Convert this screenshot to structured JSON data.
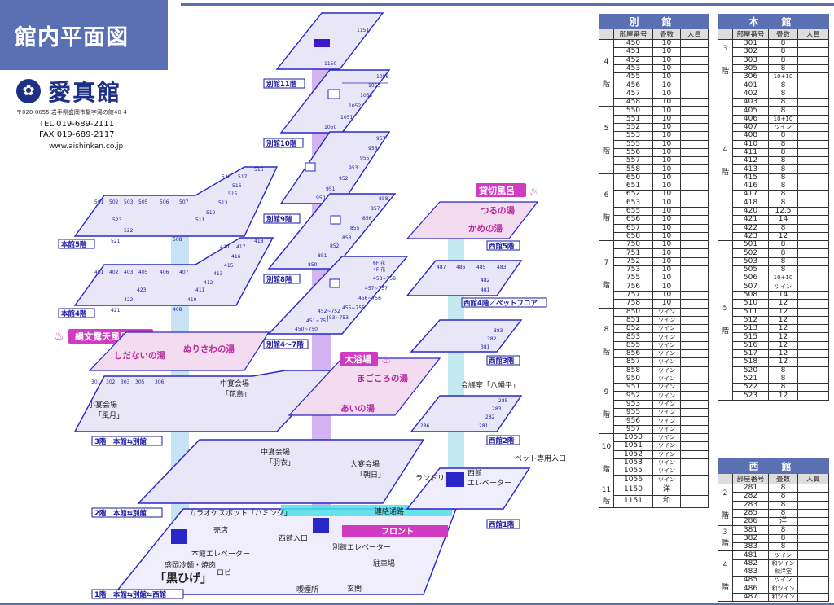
{
  "title": "館内平面図",
  "inn": {
    "logo_mark": "✿",
    "name": "愛真館",
    "address": "〒020-0055 岩手県盛岡市繋字湯の館40-4",
    "tel": "TEL 019-689-2111",
    "fax": "FAX 019-689-2117",
    "web": "www.aishinkan.co.jp"
  },
  "tables": {
    "headers": {
      "room": "部屋番号",
      "cap": "畳数",
      "ppl": "人員"
    },
    "bekkan": {
      "title": "別　館",
      "floors": [
        {
          "label": "4\n\n階",
          "rooms": [
            [
              "450",
              "10"
            ],
            [
              "451",
              "10"
            ],
            [
              "452",
              "10"
            ],
            [
              "453",
              "10"
            ],
            [
              "455",
              "10"
            ],
            [
              "456",
              "10"
            ],
            [
              "457",
              "10"
            ],
            [
              "458",
              "10"
            ]
          ]
        },
        {
          "label": "5\n\n階",
          "rooms": [
            [
              "550",
              "10"
            ],
            [
              "551",
              "10"
            ],
            [
              "552",
              "10"
            ],
            [
              "553",
              "10"
            ],
            [
              "555",
              "10"
            ],
            [
              "556",
              "10"
            ],
            [
              "557",
              "10"
            ],
            [
              "558",
              "10"
            ]
          ]
        },
        {
          "label": "6\n\n階",
          "rooms": [
            [
              "650",
              "10"
            ],
            [
              "651",
              "10"
            ],
            [
              "652",
              "10"
            ],
            [
              "653",
              "10"
            ],
            [
              "655",
              "10"
            ],
            [
              "656",
              "10"
            ],
            [
              "657",
              "10"
            ],
            [
              "658",
              "10"
            ]
          ]
        },
        {
          "label": "7\n\n階",
          "rooms": [
            [
              "750",
              "10"
            ],
            [
              "751",
              "10"
            ],
            [
              "752",
              "10"
            ],
            [
              "753",
              "10"
            ],
            [
              "755",
              "10"
            ],
            [
              "756",
              "10"
            ],
            [
              "757",
              "10"
            ],
            [
              "758",
              "10"
            ]
          ]
        },
        {
          "label": "8\n\n階",
          "rooms": [
            [
              "850",
              "ツイン"
            ],
            [
              "851",
              "ツイン"
            ],
            [
              "852",
              "ツイン"
            ],
            [
              "853",
              "ツイン"
            ],
            [
              "855",
              "ツイン"
            ],
            [
              "856",
              "ツイン"
            ],
            [
              "857",
              "ツイン"
            ],
            [
              "858",
              "ツイン"
            ]
          ]
        },
        {
          "label": "9\n\n階",
          "rooms": [
            [
              "950",
              "ツイン"
            ],
            [
              "951",
              "ツイン"
            ],
            [
              "952",
              "ツイン"
            ],
            [
              "953",
              "ツイン"
            ],
            [
              "955",
              "ツイン"
            ],
            [
              "956",
              "ツイン"
            ],
            [
              "957",
              "ツイン"
            ]
          ]
        },
        {
          "label": "10\n\n階",
          "rooms": [
            [
              "1050",
              "ツイン"
            ],
            [
              "1051",
              "ツイン"
            ],
            [
              "1052",
              "ツイン"
            ],
            [
              "1053",
              "ツイン"
            ],
            [
              "1055",
              "ツイン"
            ],
            [
              "1056",
              "ツイン"
            ]
          ]
        },
        {
          "label": "11\n階",
          "rooms": [
            [
              "1150",
              "洋"
            ],
            [
              "1151",
              "和"
            ]
          ]
        }
      ]
    },
    "honkan": {
      "title": "本　館",
      "floors": [
        {
          "label": "3\n\n階",
          "rooms": [
            [
              "301",
              "8"
            ],
            [
              "302",
              "8"
            ],
            [
              "303",
              "8"
            ],
            [
              "305",
              "8"
            ],
            [
              "306",
              "10+10"
            ]
          ]
        },
        {
          "label": "4\n\n階",
          "rooms": [
            [
              "401",
              "8"
            ],
            [
              "402",
              "8"
            ],
            [
              "403",
              "8"
            ],
            [
              "405",
              "8"
            ],
            [
              "406",
              "10+10"
            ],
            [
              "407",
              "ツイン"
            ],
            [
              "408",
              "8"
            ],
            [
              "410",
              "8"
            ],
            [
              "411",
              "8"
            ],
            [
              "412",
              "8"
            ],
            [
              "413",
              "8"
            ],
            [
              "415",
              "8"
            ],
            [
              "416",
              "8"
            ],
            [
              "417",
              "8"
            ],
            [
              "418",
              "8"
            ],
            [
              "420",
              "12.5"
            ],
            [
              "421",
              "14"
            ],
            [
              "422",
              "8"
            ],
            [
              "423",
              "12"
            ]
          ]
        },
        {
          "label": "5\n\n階",
          "rooms": [
            [
              "501",
              "8"
            ],
            [
              "502",
              "8"
            ],
            [
              "503",
              "8"
            ],
            [
              "505",
              "8"
            ],
            [
              "506",
              "10+10"
            ],
            [
              "507",
              "ツイン"
            ],
            [
              "508",
              "14"
            ],
            [
              "510",
              "12"
            ],
            [
              "511",
              "12"
            ],
            [
              "512",
              "12"
            ],
            [
              "513",
              "12"
            ],
            [
              "515",
              "12"
            ],
            [
              "516",
              "12"
            ],
            [
              "517",
              "12"
            ],
            [
              "518",
              "12"
            ],
            [
              "520",
              "8"
            ],
            [
              "521",
              "8"
            ],
            [
              "522",
              "8"
            ],
            [
              "523",
              "12"
            ]
          ]
        }
      ]
    },
    "seikan": {
      "title": "西　館",
      "floors": [
        {
          "label": "2\n\n階",
          "rooms": [
            [
              "281",
              "8"
            ],
            [
              "282",
              "8"
            ],
            [
              "283",
              "8"
            ],
            [
              "285",
              "8"
            ],
            [
              "286",
              "洋"
            ]
          ]
        },
        {
          "label": "3\n階",
          "rooms": [
            [
              "381",
              "8"
            ],
            [
              "382",
              "8"
            ],
            [
              "383",
              "8"
            ]
          ]
        },
        {
          "label": "4\n\n階",
          "rooms": [
            [
              "481",
              "ツイン"
            ],
            [
              "482",
              "和ツイン"
            ],
            [
              "483",
              "和洋室"
            ],
            [
              "485",
              "ツイン"
            ],
            [
              "486",
              "和ツイン"
            ],
            [
              "487",
              "和ツイン"
            ]
          ]
        }
      ]
    }
  },
  "floor_labels": {
    "bekkan11": "別館11階",
    "bekkan10": "別館10階",
    "bekkan9": "別館9階",
    "bekkan8": "別館8階",
    "bekkan4_7": "別館4〜7階",
    "honkan5": "本館5階",
    "honkan4": "本館4階",
    "f3": "3階　本館⇆別館",
    "f2": "2階　本館⇆別館",
    "f1": "1階　本館⇆別館⇆西館",
    "seikan5": "西館5階",
    "seikan4": "西館4階／ペットフロア",
    "seikan3": "西館3階",
    "seikan2": "西館2階",
    "seikan1": "西館1階"
  },
  "facility_labels": {
    "jomon": "縄文露天風呂",
    "shidanai": "しだないの湯",
    "nurisawa": "ぬりさわの湯",
    "daiyokujo": "大浴場",
    "magokoro": "まごころの湯",
    "ai": "あいの湯",
    "kashikiri": "貸切風呂",
    "tsuru": "つるの湯",
    "kame": "かめの湯",
    "chu_hanadori_1": "中宴会場",
    "chu_hanadori_2": "「花鳥」",
    "sho_fugetsu_1": "小宴会場",
    "sho_fugetsu_2": "「風月」",
    "chu_hagoromo_1": "中宴会場",
    "chu_hagoromo_2": "「羽衣」",
    "dai_asahi_1": "大宴会場",
    "dai_asahi_2": "「朝日」",
    "kaigi_1": "会議室「八幡平」",
    "pet_entrance": "ペット専用入口",
    "laundry": "ランドリー",
    "seikan_elev_1": "西館",
    "seikan_elev_2": "エレベーター",
    "renraku": "連絡通路",
    "karaoke": "カラオケスポット「ハミング」",
    "shop": "売店",
    "honkan_elev": "本館エレベーター",
    "restaurant_1": "盛岡冷麺・焼肉",
    "restaurant_2": "「黒ひげ」",
    "lobby": "ロビー",
    "seikan_entrance": "西館入口",
    "front": "フロント",
    "bekkan_elev": "別館エレベーター",
    "parking": "駐車場",
    "smoking": "喫煙所",
    "genkan": "玄関",
    "f6f": "6F 花",
    "f4f": "4F 花"
  }
}
